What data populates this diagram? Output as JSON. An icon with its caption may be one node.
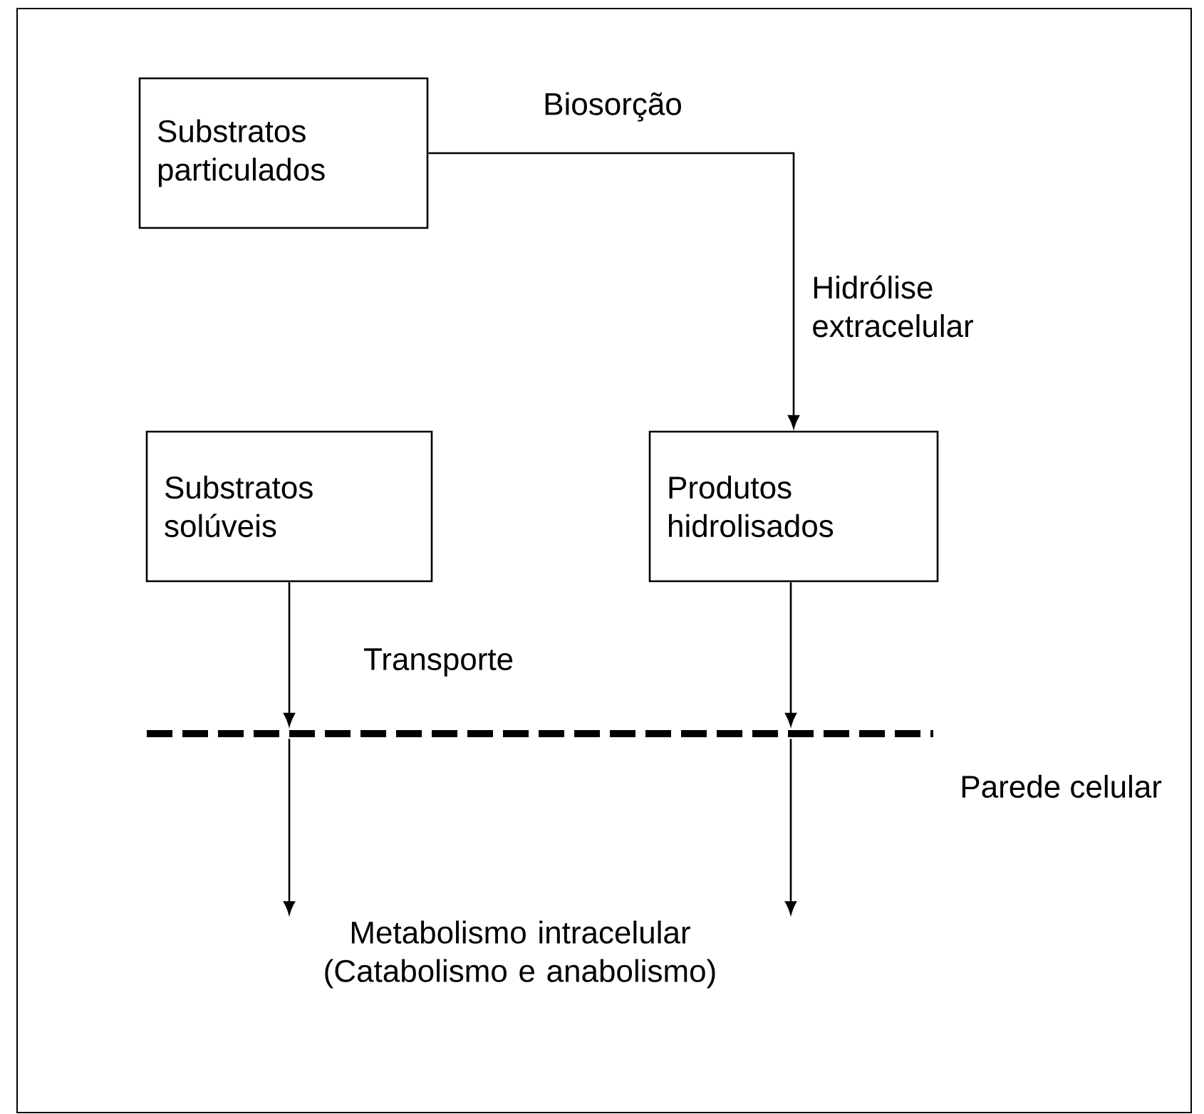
{
  "diagram": {
    "nodes": [
      {
        "text": [
          "Substratos particulados"
        ]
      },
      {
        "text": [
          "Substratos solúveis"
        ]
      },
      {
        "text": [
          "Produtos hidrolisados"
        ]
      },
      {
        "text": [
          "Metabolismo intracelular (Catabolismo e anabolismo)"
        ]
      },
      {
        "text": [],
        "shape": "bar",
        "beside": [
          "Parede celular"
        ]
      }
    ],
    "edges": [
      {
        "from": 0,
        "to": 2,
        "arrow": "to",
        "label": "Biosorção"
      },
      {
        "from": 1,
        "to": 4,
        "arrow": "to"
      },
      {
        "from": 2,
        "to": 4,
        "arrow": "to"
      },
      {
        "from": 4,
        "to": 3,
        "arrow": "to"
      },
      {
        "from": 4,
        "to": 3,
        "arrow": "to"
      }
    ],
    "labels": [
      "Hidrólise extracelular",
      "Transporte"
    ]
  }
}
